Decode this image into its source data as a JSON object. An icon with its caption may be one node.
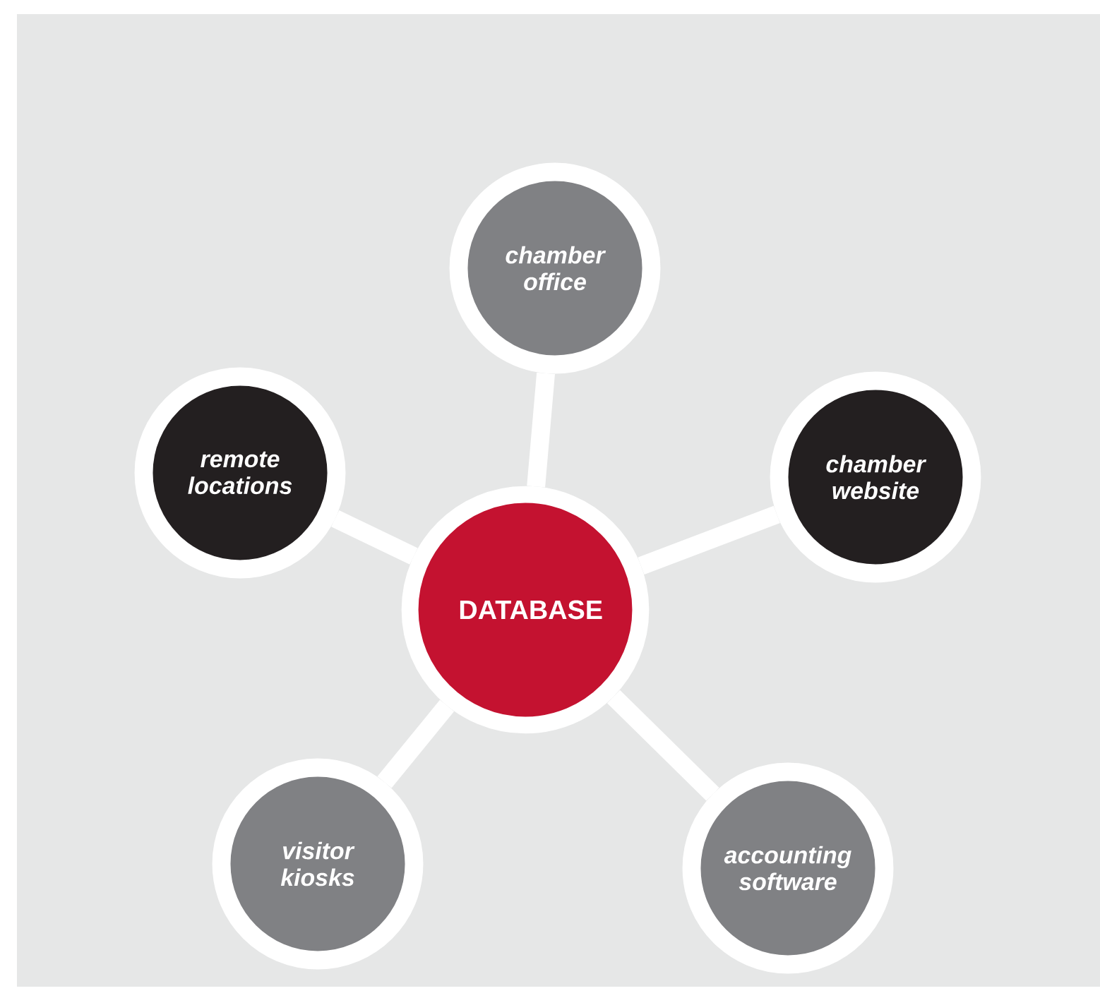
{
  "diagram": {
    "nodes": [
      {
        "text": [
          "chamber office"
        ]
      },
      {
        "text": [
          "remote locations"
        ]
      },
      {
        "text": [
          "chamber website"
        ]
      },
      {
        "text": [
          "DATABASE"
        ]
      },
      {
        "text": [
          "visitor kiosks"
        ]
      },
      {
        "text": [
          "accounting software"
        ]
      }
    ],
    "edges": [
      {
        "from": 3,
        "to": 0,
        "arrow": "none"
      },
      {
        "from": 3,
        "to": 1,
        "arrow": "none"
      },
      {
        "from": 3,
        "to": 2,
        "arrow": "none"
      },
      {
        "from": 3,
        "to": 4,
        "arrow": "none"
      },
      {
        "from": 3,
        "to": 5,
        "arrow": "none"
      }
    ]
  }
}
